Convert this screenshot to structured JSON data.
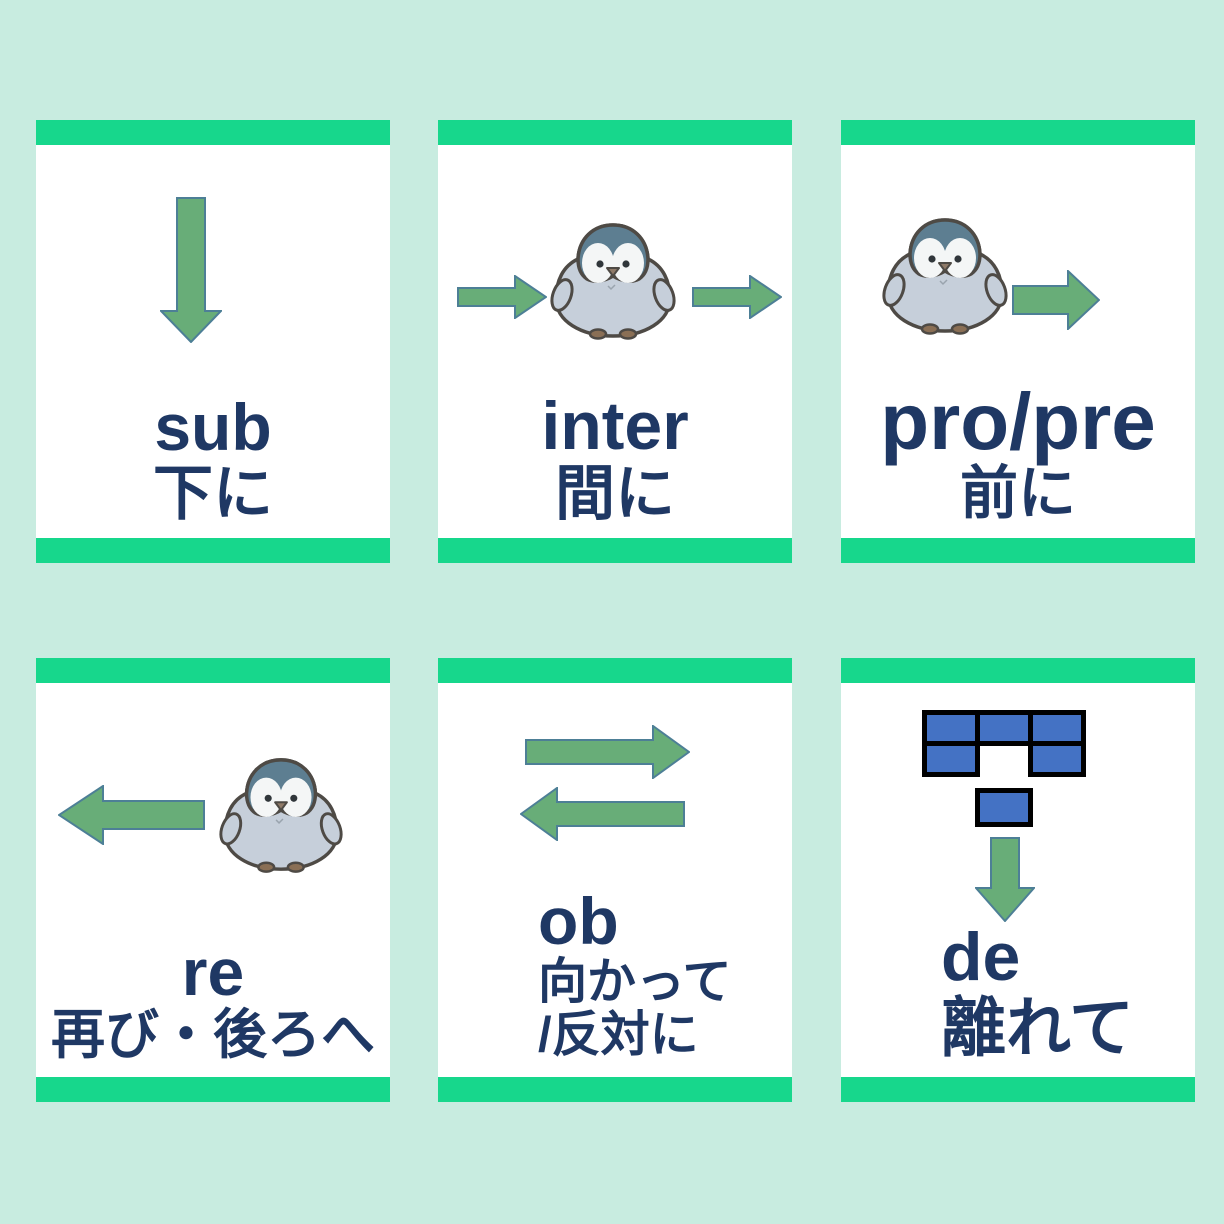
{
  "canvas": {
    "background": "#c8ece0"
  },
  "theme": {
    "bar_green": "#17d78c",
    "card_background": "#ffffff",
    "text_color": "#1f3864",
    "arrow_fill": "#68ad78",
    "arrow_border": "#4d7f96",
    "block_fill": "#4472c4",
    "block_border": "#000000",
    "penguin_cap": "#5d7e91",
    "penguin_body": "#c6cfda"
  },
  "cards": [
    {
      "id": "sub",
      "prefix": "sub",
      "meaning": "下に",
      "illustration": "down-arrow-icon"
    },
    {
      "id": "inter",
      "prefix": "inter",
      "meaning": "間に",
      "illustration": "penguin-between-two-right-arrows"
    },
    {
      "id": "pro-pre",
      "prefix": "pro/pre",
      "meaning": "前に",
      "illustration": "penguin-with-forward-right-arrow"
    },
    {
      "id": "re",
      "prefix": "re",
      "meaning": "再び・後ろへ",
      "illustration": "left-arrow-away-from-penguin"
    },
    {
      "id": "ob",
      "prefix": "ob",
      "meaning_line1": "向かって",
      "meaning_line2": "/反対に",
      "illustration": "opposing-right-and-left-arrows"
    },
    {
      "id": "de",
      "prefix": "de",
      "meaning": "離れて",
      "illustration": "block-wall-with-detached-block-and-down-arrow",
      "blocks": {
        "top_row": 3,
        "second_row": 2,
        "detached": 1
      }
    }
  ]
}
